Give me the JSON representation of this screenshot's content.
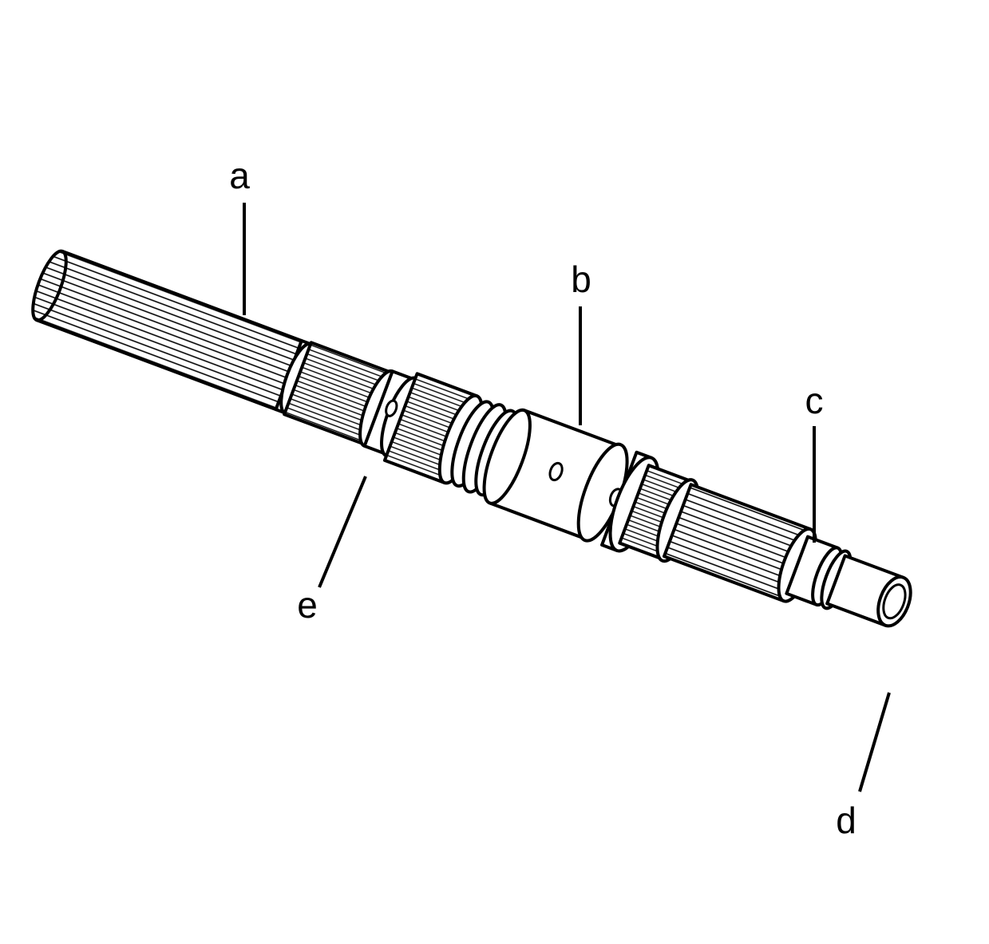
{
  "callouts": {
    "a": "a",
    "b": "b",
    "c": "c",
    "d": "d",
    "e": "e"
  },
  "colors": {
    "stroke": "#000000",
    "fill": "#ffffff"
  }
}
